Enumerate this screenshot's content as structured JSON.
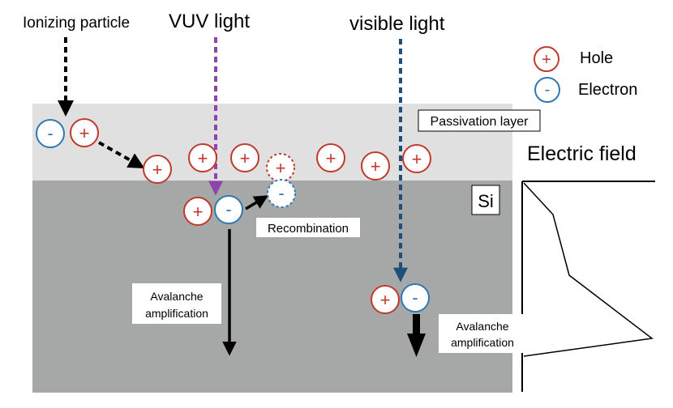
{
  "labels": {
    "ionizing_particle": "Ionizing particle",
    "vuv_light": "VUV light",
    "visible_light": "visible light",
    "passivation_layer": "Passivation layer",
    "si": "Si",
    "recombination": "Recombination",
    "avalanche_1_line1": "Avalanche",
    "avalanche_1_line2": "amplification",
    "avalanche_2_line1": "Avalanche",
    "avalanche_2_line2": "amplification",
    "electric_field": "Electric field"
  },
  "legend": {
    "hole_label": "Hole",
    "electron_label": "Electron"
  },
  "carrier_symbols": {
    "hole": "+",
    "electron": "-"
  },
  "colors": {
    "hole": "#c0392b",
    "electron": "#2e78b7",
    "vuv_arrow": "#8e44ad",
    "visible_arrow": "#1f4e79",
    "passivation_bg": "#e0e0e1",
    "silicon_bg": "#a5a8a7"
  }
}
